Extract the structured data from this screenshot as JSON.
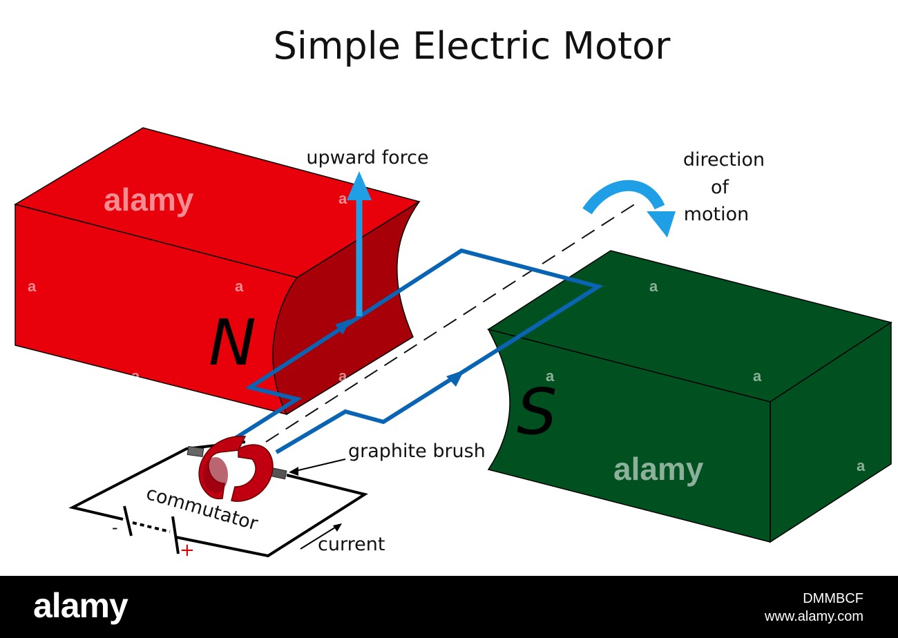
{
  "title": "Simple Electric Motor",
  "labels": {
    "upward_force": "upward force",
    "direction_line1": "direction",
    "direction_line2": "of",
    "direction_line3": "motion",
    "north_pole": "N",
    "south_pole": "S",
    "graphite_brush": "graphite brush",
    "commutator": "commutator",
    "current": "current",
    "battery_minus": "-",
    "battery_plus": "+"
  },
  "watermark": {
    "text": "alamy",
    "mark": "a"
  },
  "footer": {
    "logo": "alamy",
    "image_id": "DMMBCF",
    "url": "www.alamy.com"
  },
  "colors": {
    "north_magnet": "#e8000b",
    "north_magnet_face": "#a80008",
    "south_magnet": "#005020",
    "wire": "#0a64b4",
    "force_arrow": "#1fa0e6",
    "commutator": "#c00010",
    "brush": "#555555"
  },
  "icons": {
    "force_arrow": "arrow-up-icon",
    "rotation_arrow": "curved-arrow-icon",
    "current_arrow": "arrow-icon"
  }
}
